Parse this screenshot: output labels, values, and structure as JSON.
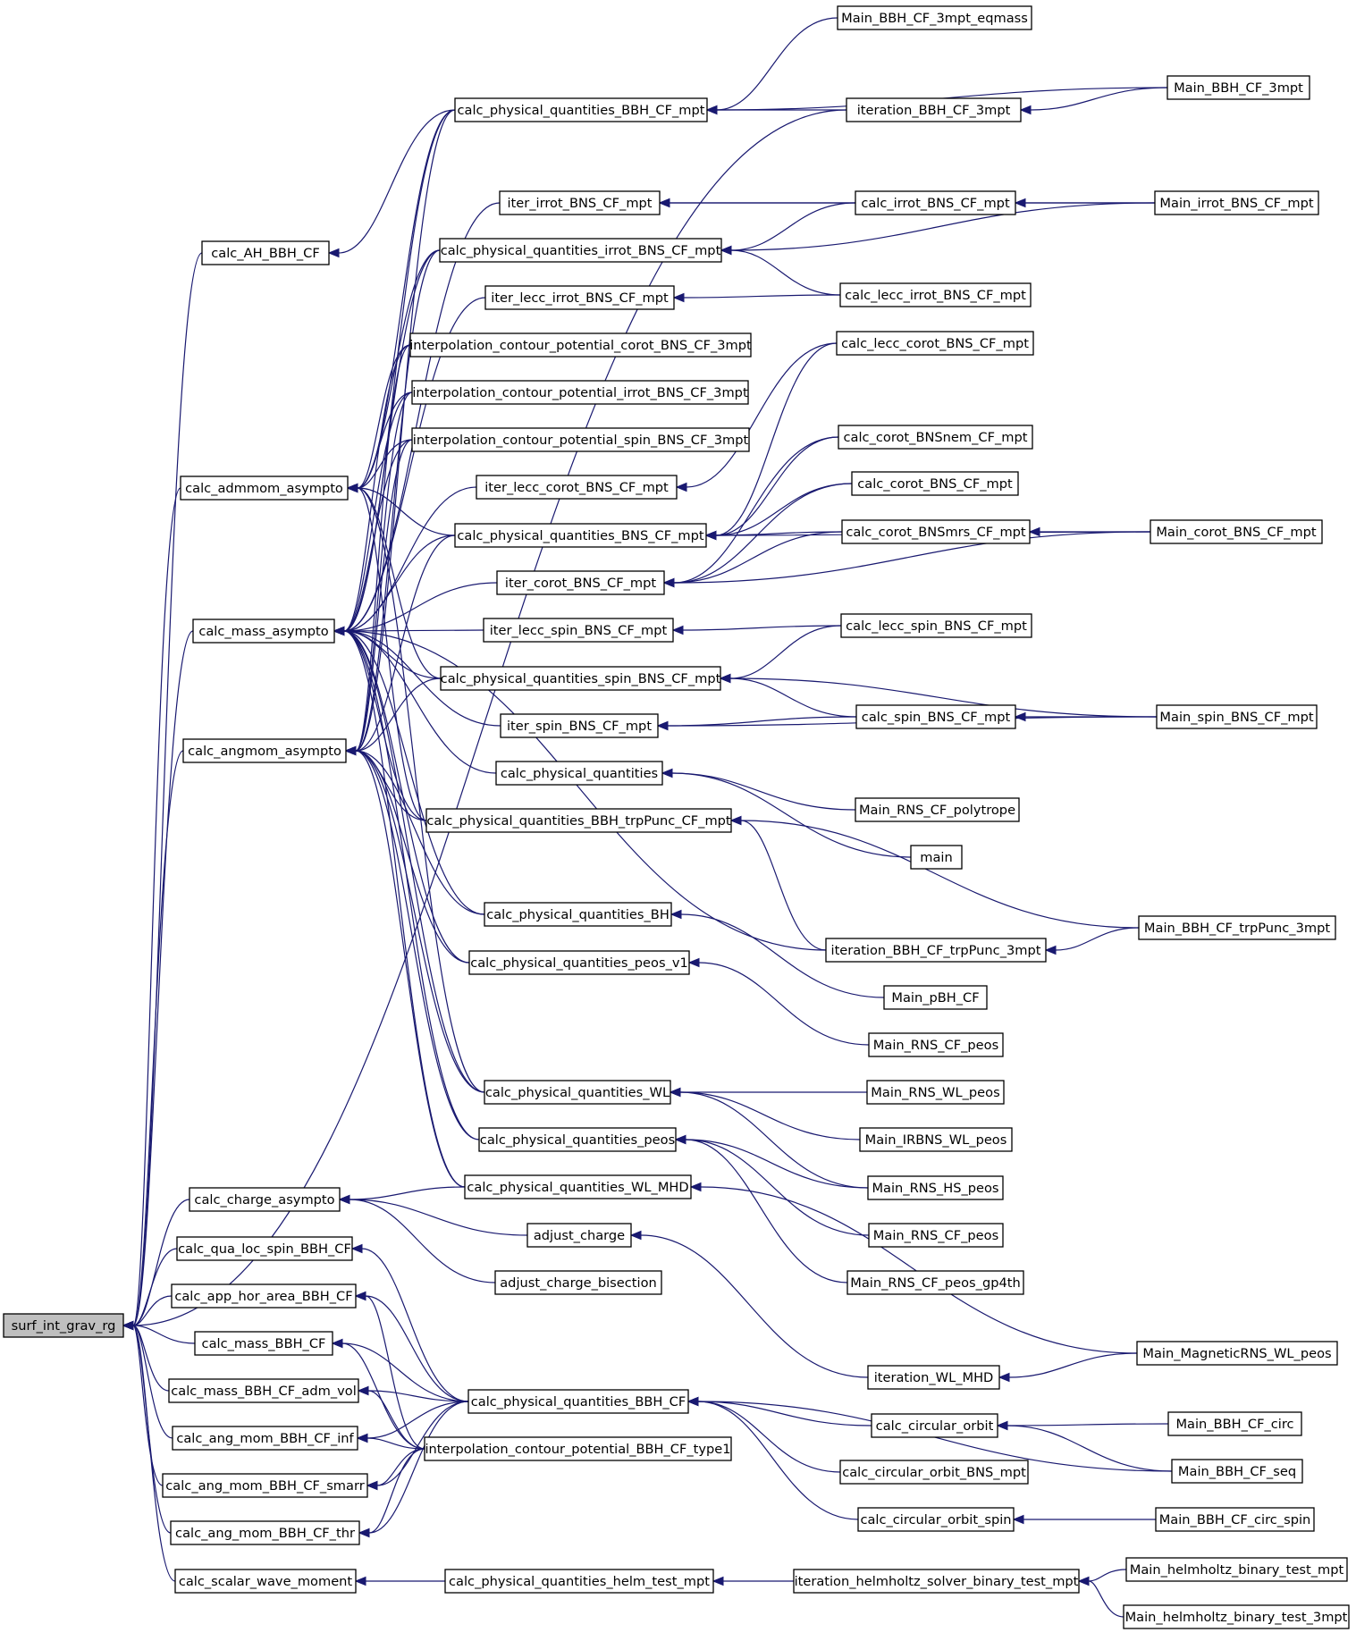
{
  "root": "surf_int_grav_rg",
  "colors": {
    "edge": "#191970",
    "root_fill": "#bfbfbf",
    "node_fill": "#ffffff",
    "border": "#000000"
  },
  "nodes": [
    "surf_int_grav_rg",
    "calc_AH_BBH_CF",
    "calc_admmom_asympto",
    "calc_mass_asympto",
    "calc_angmom_asympto",
    "calc_charge_asympto",
    "calc_qua_loc_spin_BBH_CF",
    "calc_app_hor_area_BBH_CF",
    "calc_mass_BBH_CF",
    "calc_mass_BBH_CF_adm_vol",
    "calc_ang_mom_BBH_CF_inf",
    "calc_ang_mom_BBH_CF_smarr",
    "calc_ang_mom_BBH_CF_thr",
    "calc_scalar_wave_moment",
    "calc_physical_quantities_BBH_CF_mpt",
    "iter_irrot_BNS_CF_mpt",
    "calc_physical_quantities_irrot_BNS_CF_mpt",
    "iter_lecc_irrot_BNS_CF_mpt",
    "interpolation_contour_potential_corot_BNS_CF_3mpt",
    "interpolation_contour_potential_irrot_BNS_CF_3mpt",
    "interpolation_contour_potential_spin_BNS_CF_3mpt",
    "iter_lecc_corot_BNS_CF_mpt",
    "calc_physical_quantities_BNS_CF_mpt",
    "iter_corot_BNS_CF_mpt",
    "iter_lecc_spin_BNS_CF_mpt",
    "calc_physical_quantities_spin_BNS_CF_mpt",
    "iter_spin_BNS_CF_mpt",
    "calc_physical_quantities",
    "calc_physical_quantities_BBH_trpPunc_CF_mpt",
    "calc_physical_quantities_BH",
    "calc_physical_quantities_peos_v1",
    "calc_physical_quantities_WL",
    "calc_physical_quantities_peos",
    "calc_physical_quantities_WL_MHD",
    "adjust_charge",
    "adjust_charge_bisection",
    "calc_physical_quantities_BBH_CF",
    "interpolation_contour_potential_BBH_CF_type1",
    "calc_physical_quantities_helm_test_mpt",
    "Main_BBH_CF_3mpt_eqmass",
    "iteration_BBH_CF_3mpt",
    "calc_irrot_BNS_CF_mpt",
    "calc_lecc_irrot_BNS_CF_mpt",
    "calc_lecc_corot_BNS_CF_mpt",
    "calc_corot_BNSnem_CF_mpt",
    "calc_corot_BNS_CF_mpt",
    "calc_corot_BNSmrs_CF_mpt",
    "calc_lecc_spin_BNS_CF_mpt",
    "calc_spin_BNS_CF_mpt",
    "Main_RNS_CF_polytrope",
    "main",
    "iteration_BBH_CF_trpPunc_3mpt",
    "Main_pBH_CF",
    "Main_RNS_CF_peos",
    "Main_RNS_WL_peos",
    "Main_IRBNS_WL_peos",
    "Main_RNS_HS_peos",
    "Main_RNS_CF_peos2",
    "Main_RNS_CF_peos_gp4th",
    "iteration_WL_MHD",
    "calc_circular_orbit",
    "calc_circular_orbit_BNS_mpt",
    "calc_circular_orbit_spin",
    "iteration_helmholtz_solver_binary_test_mpt",
    "Main_BBH_CF_3mpt",
    "Main_irrot_BNS_CF_mpt",
    "Main_corot_BNS_CF_mpt",
    "Main_spin_BNS_CF_mpt",
    "Main_BBH_CF_trpPunc_3mpt",
    "Main_MagneticRNS_WL_peos",
    "Main_BBH_CF_circ",
    "Main_BBH_CF_seq",
    "Main_BBH_CF_circ_spin",
    "Main_helmholtz_binary_test_mpt",
    "Main_helmholtz_binary_test_3mpt"
  ],
  "labels": {
    "Main_RNS_CF_peos2": "Main_RNS_CF_peos"
  },
  "edges": [
    [
      "surf_int_grav_rg",
      "calc_AH_BBH_CF"
    ],
    [
      "surf_int_grav_rg",
      "calc_admmom_asympto"
    ],
    [
      "surf_int_grav_rg",
      "calc_mass_asympto"
    ],
    [
      "surf_int_grav_rg",
      "calc_angmom_asympto"
    ],
    [
      "surf_int_grav_rg",
      "calc_charge_asympto"
    ],
    [
      "surf_int_grav_rg",
      "calc_qua_loc_spin_BBH_CF"
    ],
    [
      "surf_int_grav_rg",
      "calc_app_hor_area_BBH_CF"
    ],
    [
      "surf_int_grav_rg",
      "calc_mass_BBH_CF"
    ],
    [
      "surf_int_grav_rg",
      "calc_mass_BBH_CF_adm_vol"
    ],
    [
      "surf_int_grav_rg",
      "calc_ang_mom_BBH_CF_inf"
    ],
    [
      "surf_int_grav_rg",
      "calc_ang_mom_BBH_CF_smarr"
    ],
    [
      "surf_int_grav_rg",
      "calc_ang_mom_BBH_CF_thr"
    ],
    [
      "surf_int_grav_rg",
      "calc_scalar_wave_moment"
    ],
    [
      "surf_int_grav_rg",
      "iteration_BBH_CF_3mpt"
    ],
    [
      "calc_AH_BBH_CF",
      "calc_physical_quantities_BBH_CF_mpt"
    ],
    [
      "calc_admmom_asympto",
      "calc_physical_quantities_BBH_CF_mpt"
    ],
    [
      "calc_admmom_asympto",
      "calc_physical_quantities_irrot_BNS_CF_mpt"
    ],
    [
      "calc_admmom_asympto",
      "interpolation_contour_potential_corot_BNS_CF_3mpt"
    ],
    [
      "calc_admmom_asympto",
      "interpolation_contour_potential_irrot_BNS_CF_3mpt"
    ],
    [
      "calc_admmom_asympto",
      "interpolation_contour_potential_spin_BNS_CF_3mpt"
    ],
    [
      "calc_admmom_asympto",
      "calc_physical_quantities_BNS_CF_mpt"
    ],
    [
      "calc_admmom_asympto",
      "calc_physical_quantities_spin_BNS_CF_mpt"
    ],
    [
      "calc_admmom_asympto",
      "calc_physical_quantities_BBH_trpPunc_CF_mpt"
    ],
    [
      "calc_admmom_asympto",
      "calc_physical_quantities_WL"
    ],
    [
      "calc_mass_asympto",
      "calc_physical_quantities_BBH_CF_mpt"
    ],
    [
      "calc_mass_asympto",
      "iter_irrot_BNS_CF_mpt"
    ],
    [
      "calc_mass_asympto",
      "calc_physical_quantities_irrot_BNS_CF_mpt"
    ],
    [
      "calc_mass_asympto",
      "iter_lecc_irrot_BNS_CF_mpt"
    ],
    [
      "calc_mass_asympto",
      "interpolation_contour_potential_corot_BNS_CF_3mpt"
    ],
    [
      "calc_mass_asympto",
      "interpolation_contour_potential_irrot_BNS_CF_3mpt"
    ],
    [
      "calc_mass_asympto",
      "interpolation_contour_potential_spin_BNS_CF_3mpt"
    ],
    [
      "calc_mass_asympto",
      "iter_lecc_corot_BNS_CF_mpt"
    ],
    [
      "calc_mass_asympto",
      "calc_physical_quantities_BNS_CF_mpt"
    ],
    [
      "calc_mass_asympto",
      "iter_corot_BNS_CF_mpt"
    ],
    [
      "calc_mass_asympto",
      "iter_lecc_spin_BNS_CF_mpt"
    ],
    [
      "calc_mass_asympto",
      "calc_physical_quantities_spin_BNS_CF_mpt"
    ],
    [
      "calc_mass_asympto",
      "iter_spin_BNS_CF_mpt"
    ],
    [
      "calc_mass_asympto",
      "calc_physical_quantities"
    ],
    [
      "calc_mass_asympto",
      "calc_physical_quantities_BBH_trpPunc_CF_mpt"
    ],
    [
      "calc_mass_asympto",
      "calc_physical_quantities_BH"
    ],
    [
      "calc_mass_asympto",
      "calc_physical_quantities_peos_v1"
    ],
    [
      "calc_mass_asympto",
      "calc_physical_quantities_WL"
    ],
    [
      "calc_mass_asympto",
      "calc_physical_quantities_peos"
    ],
    [
      "calc_mass_asympto",
      "calc_physical_quantities_WL_MHD"
    ],
    [
      "calc_mass_asympto",
      "iteration_BBH_CF_trpPunc_3mpt"
    ],
    [
      "calc_angmom_asympto",
      "calc_physical_quantities_BBH_CF_mpt"
    ],
    [
      "calc_angmom_asympto",
      "calc_physical_quantities_irrot_BNS_CF_mpt"
    ],
    [
      "calc_angmom_asympto",
      "interpolation_contour_potential_corot_BNS_CF_3mpt"
    ],
    [
      "calc_angmom_asympto",
      "interpolation_contour_potential_irrot_BNS_CF_3mpt"
    ],
    [
      "calc_angmom_asympto",
      "interpolation_contour_potential_spin_BNS_CF_3mpt"
    ],
    [
      "calc_angmom_asympto",
      "calc_physical_quantities_BNS_CF_mpt"
    ],
    [
      "calc_angmom_asympto",
      "calc_physical_quantities_spin_BNS_CF_mpt"
    ],
    [
      "calc_angmom_asympto",
      "calc_physical_quantities_BBH_trpPunc_CF_mpt"
    ],
    [
      "calc_angmom_asympto",
      "calc_physical_quantities_BH"
    ],
    [
      "calc_angmom_asympto",
      "calc_physical_quantities_peos_v1"
    ],
    [
      "calc_angmom_asympto",
      "calc_physical_quantities_WL"
    ],
    [
      "calc_angmom_asympto",
      "calc_physical_quantities_peos"
    ],
    [
      "calc_angmom_asympto",
      "calc_physical_quantities_WL_MHD"
    ],
    [
      "calc_charge_asympto",
      "calc_physical_quantities_WL_MHD"
    ],
    [
      "calc_charge_asympto",
      "adjust_charge"
    ],
    [
      "calc_charge_asympto",
      "adjust_charge_bisection"
    ],
    [
      "calc_qua_loc_spin_BBH_CF",
      "calc_physical_quantities_BBH_CF"
    ],
    [
      "calc_app_hor_area_BBH_CF",
      "calc_physical_quantities_BBH_CF"
    ],
    [
      "calc_app_hor_area_BBH_CF",
      "interpolation_contour_potential_BBH_CF_type1"
    ],
    [
      "calc_mass_BBH_CF",
      "calc_physical_quantities_BBH_CF"
    ],
    [
      "calc_mass_BBH_CF",
      "interpolation_contour_potential_BBH_CF_type1"
    ],
    [
      "calc_mass_BBH_CF_adm_vol",
      "calc_physical_quantities_BBH_CF"
    ],
    [
      "calc_mass_BBH_CF_adm_vol",
      "interpolation_contour_potential_BBH_CF_type1"
    ],
    [
      "calc_ang_mom_BBH_CF_inf",
      "calc_physical_quantities_BBH_CF"
    ],
    [
      "calc_ang_mom_BBH_CF_inf",
      "interpolation_contour_potential_BBH_CF_type1"
    ],
    [
      "calc_ang_mom_BBH_CF_smarr",
      "calc_physical_quantities_BBH_CF"
    ],
    [
      "calc_ang_mom_BBH_CF_smarr",
      "interpolation_contour_potential_BBH_CF_type1"
    ],
    [
      "calc_ang_mom_BBH_CF_thr",
      "calc_physical_quantities_BBH_CF"
    ],
    [
      "calc_ang_mom_BBH_CF_thr",
      "interpolation_contour_potential_BBH_CF_type1"
    ],
    [
      "calc_scalar_wave_moment",
      "calc_physical_quantities_helm_test_mpt"
    ],
    [
      "calc_physical_quantities_BBH_CF_mpt",
      "Main_BBH_CF_3mpt_eqmass"
    ],
    [
      "calc_physical_quantities_BBH_CF_mpt",
      "Main_BBH_CF_3mpt"
    ],
    [
      "calc_physical_quantities_BBH_CF_mpt",
      "iteration_BBH_CF_3mpt"
    ],
    [
      "iteration_BBH_CF_3mpt",
      "Main_BBH_CF_3mpt"
    ],
    [
      "iter_irrot_BNS_CF_mpt",
      "calc_irrot_BNS_CF_mpt"
    ],
    [
      "iter_irrot_BNS_CF_mpt",
      "Main_irrot_BNS_CF_mpt"
    ],
    [
      "calc_physical_quantities_irrot_BNS_CF_mpt",
      "calc_irrot_BNS_CF_mpt"
    ],
    [
      "calc_physical_quantities_irrot_BNS_CF_mpt",
      "Main_irrot_BNS_CF_mpt"
    ],
    [
      "calc_physical_quantities_irrot_BNS_CF_mpt",
      "calc_lecc_irrot_BNS_CF_mpt"
    ],
    [
      "calc_irrot_BNS_CF_mpt",
      "Main_irrot_BNS_CF_mpt"
    ],
    [
      "iter_lecc_irrot_BNS_CF_mpt",
      "calc_lecc_irrot_BNS_CF_mpt"
    ],
    [
      "iter_lecc_corot_BNS_CF_mpt",
      "calc_lecc_corot_BNS_CF_mpt"
    ],
    [
      "calc_physical_quantities_BNS_CF_mpt",
      "calc_lecc_corot_BNS_CF_mpt"
    ],
    [
      "calc_physical_quantities_BNS_CF_mpt",
      "calc_corot_BNSnem_CF_mpt"
    ],
    [
      "calc_physical_quantities_BNS_CF_mpt",
      "calc_corot_BNS_CF_mpt"
    ],
    [
      "calc_physical_quantities_BNS_CF_mpt",
      "calc_corot_BNSmrs_CF_mpt"
    ],
    [
      "calc_physical_quantities_BNS_CF_mpt",
      "Main_corot_BNS_CF_mpt"
    ],
    [
      "iter_corot_BNS_CF_mpt",
      "calc_corot_BNSnem_CF_mpt"
    ],
    [
      "iter_corot_BNS_CF_mpt",
      "calc_corot_BNS_CF_mpt"
    ],
    [
      "iter_corot_BNS_CF_mpt",
      "calc_corot_BNSmrs_CF_mpt"
    ],
    [
      "iter_corot_BNS_CF_mpt",
      "Main_corot_BNS_CF_mpt"
    ],
    [
      "calc_corot_BNSmrs_CF_mpt",
      "Main_corot_BNS_CF_mpt"
    ],
    [
      "iter_lecc_spin_BNS_CF_mpt",
      "calc_lecc_spin_BNS_CF_mpt"
    ],
    [
      "calc_physical_quantities_spin_BNS_CF_mpt",
      "calc_lecc_spin_BNS_CF_mpt"
    ],
    [
      "calc_physical_quantities_spin_BNS_CF_mpt",
      "calc_spin_BNS_CF_mpt"
    ],
    [
      "calc_physical_quantities_spin_BNS_CF_mpt",
      "Main_spin_BNS_CF_mpt"
    ],
    [
      "iter_spin_BNS_CF_mpt",
      "calc_spin_BNS_CF_mpt"
    ],
    [
      "iter_spin_BNS_CF_mpt",
      "Main_spin_BNS_CF_mpt"
    ],
    [
      "calc_spin_BNS_CF_mpt",
      "Main_spin_BNS_CF_mpt"
    ],
    [
      "calc_physical_quantities",
      "Main_RNS_CF_polytrope"
    ],
    [
      "calc_physical_quantities",
      "main"
    ],
    [
      "calc_physical_quantities_BBH_trpPunc_CF_mpt",
      "iteration_BBH_CF_trpPunc_3mpt"
    ],
    [
      "calc_physical_quantities_BBH_trpPunc_CF_mpt",
      "Main_BBH_CF_trpPunc_3mpt"
    ],
    [
      "iteration_BBH_CF_trpPunc_3mpt",
      "Main_BBH_CF_trpPunc_3mpt"
    ],
    [
      "calc_physical_quantities_BH",
      "Main_pBH_CF"
    ],
    [
      "calc_physical_quantities_peos_v1",
      "Main_RNS_CF_peos"
    ],
    [
      "calc_physical_quantities_WL",
      "Main_RNS_WL_peos"
    ],
    [
      "calc_physical_quantities_WL",
      "Main_IRBNS_WL_peos"
    ],
    [
      "calc_physical_quantities_WL",
      "Main_RNS_HS_peos"
    ],
    [
      "calc_physical_quantities_peos",
      "Main_RNS_CF_peos2"
    ],
    [
      "calc_physical_quantities_peos",
      "Main_RNS_CF_peos_gp4th"
    ],
    [
      "calc_physical_quantities_peos",
      "Main_RNS_HS_peos"
    ],
    [
      "calc_physical_quantities_WL_MHD",
      "Main_MagneticRNS_WL_peos"
    ],
    [
      "adjust_charge",
      "iteration_WL_MHD"
    ],
    [
      "iteration_WL_MHD",
      "Main_MagneticRNS_WL_peos"
    ],
    [
      "calc_physical_quantities_BBH_CF",
      "calc_circular_orbit"
    ],
    [
      "calc_physical_quantities_BBH_CF",
      "calc_circular_orbit_BNS_mpt"
    ],
    [
      "calc_physical_quantities_BBH_CF",
      "calc_circular_orbit_spin"
    ],
    [
      "calc_physical_quantities_BBH_CF",
      "Main_BBH_CF_seq"
    ],
    [
      "calc_circular_orbit",
      "Main_BBH_CF_circ"
    ],
    [
      "calc_circular_orbit",
      "Main_BBH_CF_seq"
    ],
    [
      "calc_circular_orbit_spin",
      "Main_BBH_CF_circ_spin"
    ],
    [
      "calc_physical_quantities_helm_test_mpt",
      "iteration_helmholtz_solver_binary_test_mpt"
    ],
    [
      "iteration_helmholtz_solver_binary_test_mpt",
      "Main_helmholtz_binary_test_mpt"
    ],
    [
      "iteration_helmholtz_solver_binary_test_mpt",
      "Main_helmholtz_binary_test_3mpt"
    ]
  ]
}
